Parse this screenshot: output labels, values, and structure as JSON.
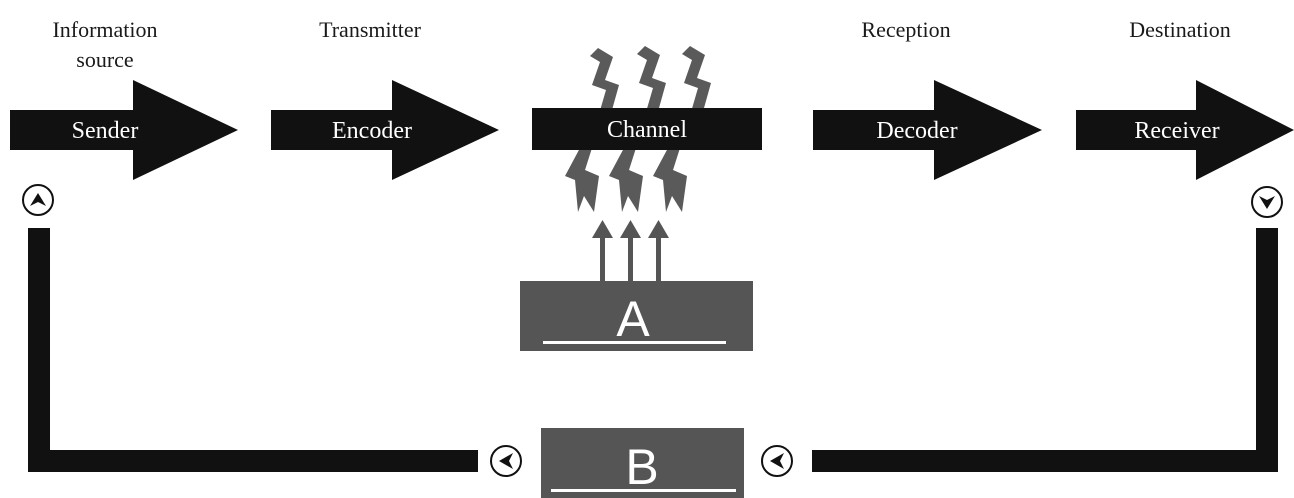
{
  "headers": {
    "information_source_line1": "Information",
    "information_source_line2": "source",
    "transmitter": "Transmitter",
    "reception": "Reception",
    "destination": "Destination"
  },
  "stages": {
    "sender": "Sender",
    "encoder": "Encoder",
    "channel": "Channel",
    "decoder": "Decoder",
    "receiver": "Receiver"
  },
  "boxes": {
    "a": "A",
    "b": "B"
  },
  "colors": {
    "arrow": "#111111",
    "box": "#555555",
    "lightning": "#5a5a5a",
    "text": "#1a1a1a"
  },
  "icons": {
    "sender_feedback": "chevron-up-icon",
    "receiver_feedback": "chevron-down-icon",
    "feedback_left": "chevron-left-icon",
    "feedback_right": "chevron-left-icon"
  }
}
